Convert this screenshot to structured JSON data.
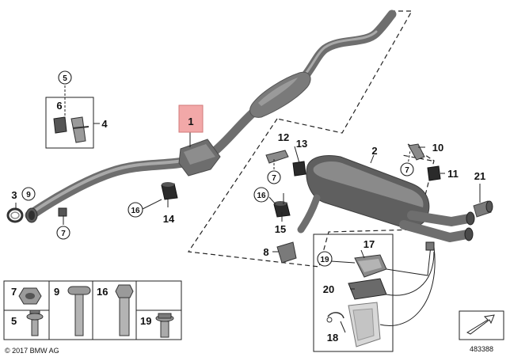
{
  "diagram": {
    "labels": {
      "l1": "1",
      "l2": "2",
      "l3": "3",
      "l4": "4",
      "l5": "5",
      "l6": "6",
      "l7a": "7",
      "l7b": "7",
      "l7c": "7",
      "l8": "8",
      "l9": "9",
      "l10": "10",
      "l11": "11",
      "l12": "12",
      "l13": "13",
      "l14": "14",
      "l15": "15",
      "l16a": "16",
      "l16b": "16",
      "l17": "17",
      "l18": "18",
      "l19": "19",
      "l20": "20",
      "l21": "21"
    },
    "legend": {
      "c7": "7",
      "c9": "9",
      "c16": "16",
      "c5": "5",
      "c19": "19"
    },
    "copyright": "© 2017 BMW AG",
    "doc_number": "483388"
  },
  "colors": {
    "highlight": "#f2a8a8",
    "pipe": "#6e6e6e",
    "part_dark": "#2b2b2b"
  }
}
